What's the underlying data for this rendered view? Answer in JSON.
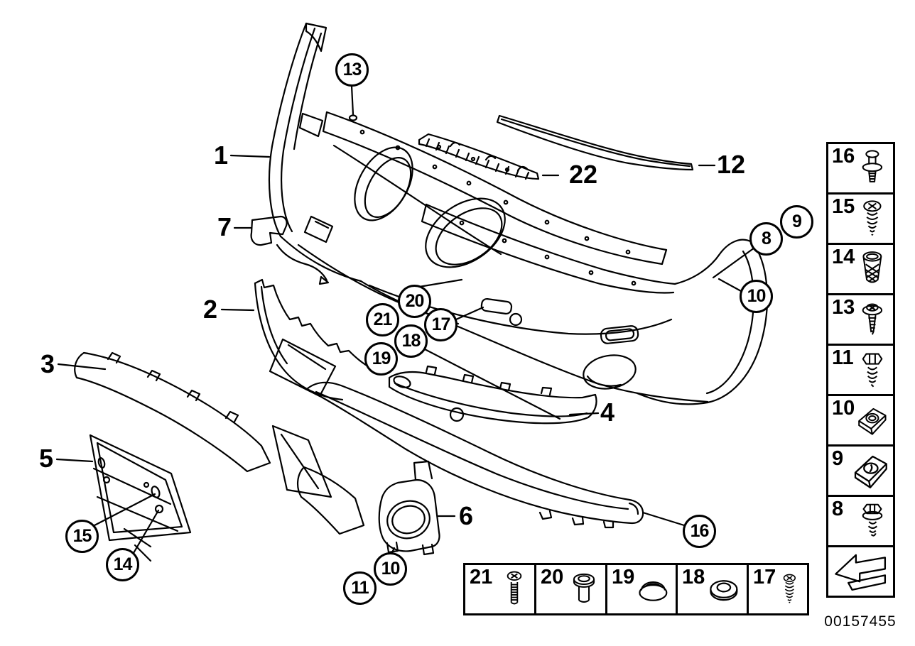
{
  "colors": {
    "ink": "#000000",
    "paper": "#ffffff"
  },
  "doc_number": "00157455",
  "callouts": {
    "circled": [
      {
        "n": "13"
      },
      {
        "n": "20"
      },
      {
        "n": "21"
      },
      {
        "n": "17"
      },
      {
        "n": "18"
      },
      {
        "n": "19"
      },
      {
        "n": "8"
      },
      {
        "n": "9"
      },
      {
        "n": "10"
      },
      {
        "n": "15"
      },
      {
        "n": "14"
      },
      {
        "n": "16"
      },
      {
        "n": "10"
      },
      {
        "n": "11"
      }
    ],
    "plain": [
      {
        "n": "1"
      },
      {
        "n": "2"
      },
      {
        "n": "3"
      },
      {
        "n": "4"
      },
      {
        "n": "5"
      },
      {
        "n": "6"
      },
      {
        "n": "7"
      },
      {
        "n": "12"
      },
      {
        "n": "22"
      }
    ]
  },
  "sidebar": {
    "items": [
      {
        "number": "16",
        "icon": "expansion-rivet-icon"
      },
      {
        "number": "15",
        "icon": "pan-head-screw-icon"
      },
      {
        "number": "14",
        "icon": "expanding-nut-icon"
      },
      {
        "number": "13",
        "icon": "screw-with-washer-icon"
      },
      {
        "number": "11",
        "icon": "hex-head-screw-icon"
      },
      {
        "number": "10",
        "icon": "clip-nut-icon"
      },
      {
        "number": "9",
        "icon": "speed-nut-icon"
      },
      {
        "number": "8",
        "icon": "flange-hex-screw-icon"
      }
    ],
    "arrow_icon": "direction-arrow-icon"
  },
  "bottom_strip": {
    "items": [
      {
        "number": "21",
        "icon": "machine-screw-icon"
      },
      {
        "number": "20",
        "icon": "spacer-sleeve-icon"
      },
      {
        "number": "19",
        "icon": "cover-cap-icon"
      },
      {
        "number": "18",
        "icon": "washer-icon"
      },
      {
        "number": "17",
        "icon": "tapping-screw-icon"
      }
    ]
  }
}
